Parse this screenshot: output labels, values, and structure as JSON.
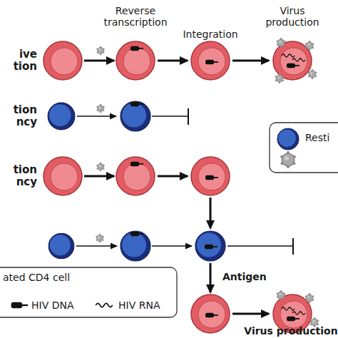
{
  "diagram": {
    "labels": [
      "Reverse transcription",
      "Integration",
      "Virus production",
      "ive tion",
      "tion ncy",
      "tion ncy",
      "Antigen",
      "Virus production"
    ],
    "legend": [
      {
        "text": "Resti"
      },
      {
        "text": "ated CD4 cell"
      },
      {
        "text": "HIV DNA"
      },
      {
        "text": "HIV RNA"
      }
    ]
  }
}
